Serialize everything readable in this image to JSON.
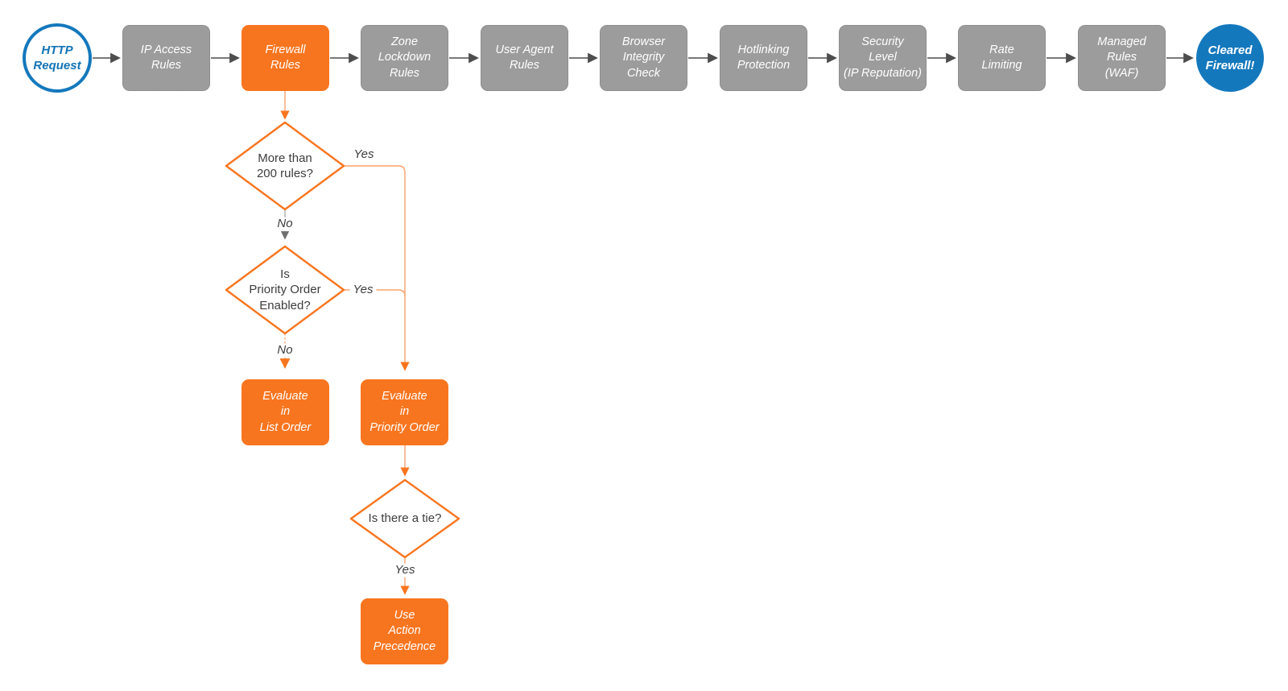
{
  "colors": {
    "orange": "#f8751f",
    "light_orange_connector": "#f9a26e",
    "blue": "#1478bd",
    "gray_box": "#9c9c9c",
    "dark_connector": "#4d4d4d"
  },
  "flow": {
    "start": {
      "label": "HTTP\nRequest"
    },
    "end": {
      "label": "Cleared\nFirewall!"
    },
    "steps": [
      {
        "id": "ip-access-rules",
        "label": "IP Access\nRules",
        "variant": "gray"
      },
      {
        "id": "firewall-rules",
        "label": "Firewall\nRules",
        "variant": "orange"
      },
      {
        "id": "zone-lockdown-rules",
        "label": "Zone\nLockdown\nRules",
        "variant": "gray"
      },
      {
        "id": "user-agent-rules",
        "label": "User Agent\nRules",
        "variant": "gray"
      },
      {
        "id": "browser-integrity-check",
        "label": "Browser\nIntegrity\nCheck",
        "variant": "gray"
      },
      {
        "id": "hotlinking-protection",
        "label": "Hotlinking\nProtection",
        "variant": "gray"
      },
      {
        "id": "security-level",
        "label": "Security\nLevel\n(IP Reputation)",
        "variant": "gray"
      },
      {
        "id": "rate-limiting",
        "label": "Rate\nLimiting",
        "variant": "gray"
      },
      {
        "id": "managed-rules-waf",
        "label": "Managed\nRules\n(WAF)",
        "variant": "gray"
      }
    ]
  },
  "decisions": {
    "rule_count": {
      "label": "More than\n200 rules?",
      "yes": "Yes",
      "no": "No"
    },
    "priority_order": {
      "label": "Is\nPriority Order\nEnabled?",
      "yes": "Yes",
      "no": "No"
    },
    "tie": {
      "label": "Is there a tie?",
      "yes": "Yes"
    }
  },
  "actions": {
    "list_order": {
      "label": "Evaluate\nin\nList Order"
    },
    "priority_order": {
      "label": "Evaluate\nin\nPriority Order"
    },
    "action_precedence": {
      "label": "Use\nAction\nPrecedence"
    }
  }
}
